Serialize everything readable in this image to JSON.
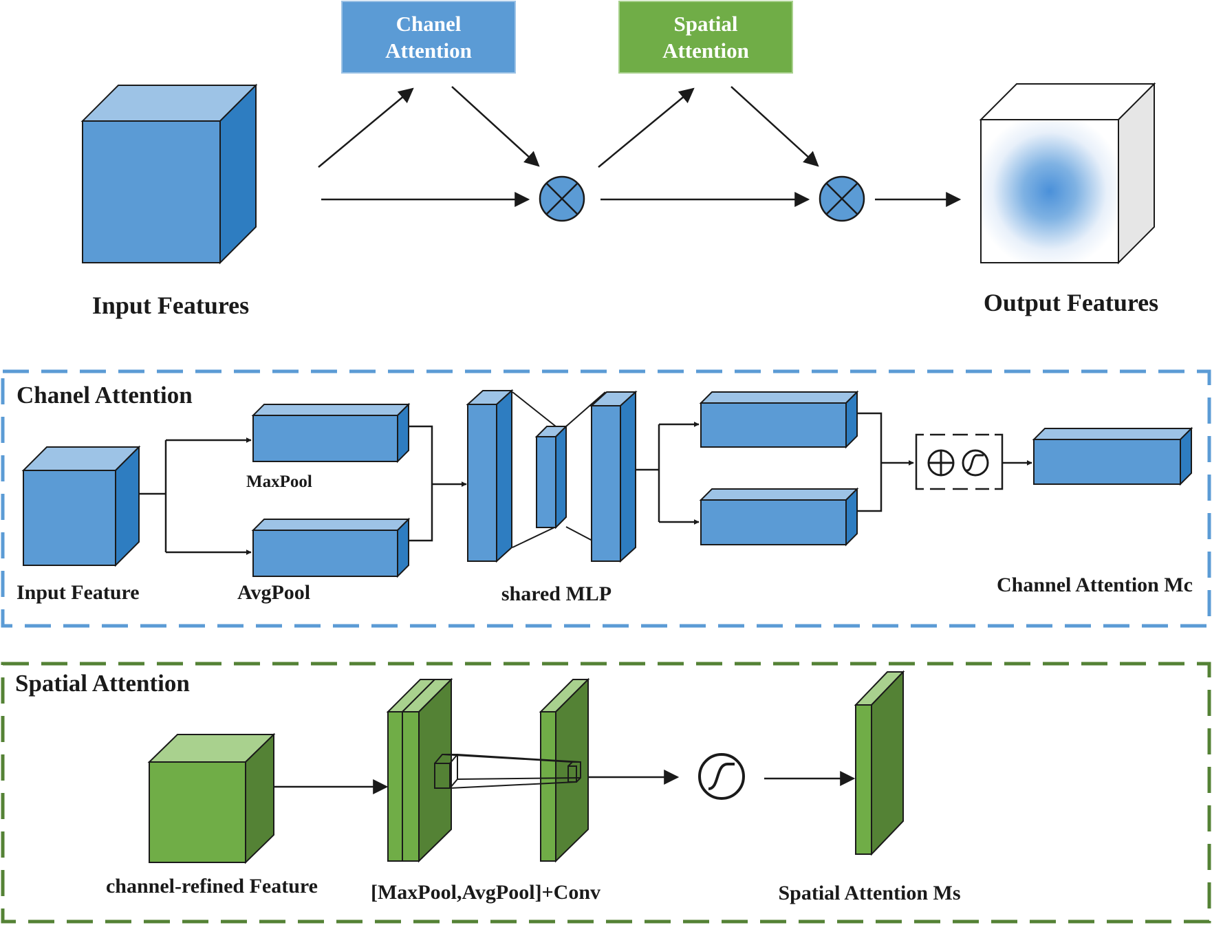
{
  "top": {
    "channel_attention_box": [
      "Chanel",
      "Attention"
    ],
    "spatial_attention_box": [
      "Spatial",
      "Attention"
    ],
    "input_label": "Input Features",
    "output_label": "Output Features"
  },
  "channel_section": {
    "title": "Chanel Attention",
    "input_feature": "Input Feature",
    "maxpool": "MaxPool",
    "avgpool": "AvgPool",
    "shared_mlp": "shared MLP",
    "output": "Channel Attention Mc"
  },
  "spatial_section": {
    "title": "Spatial Attention",
    "input_feature": "channel-refined Feature",
    "conv": "[MaxPool,AvgPool]+Conv",
    "output": "Spatial Attention Ms"
  },
  "colors": {
    "blue": "#5b9bd5",
    "blue_light": "#9dc3e6",
    "blue_dark": "#2e7dc1",
    "green": "#70ad47",
    "green_light": "#a9d18e",
    "green_dark": "#548235",
    "channel_border": "#5b9bd5",
    "spatial_border": "#548235"
  }
}
